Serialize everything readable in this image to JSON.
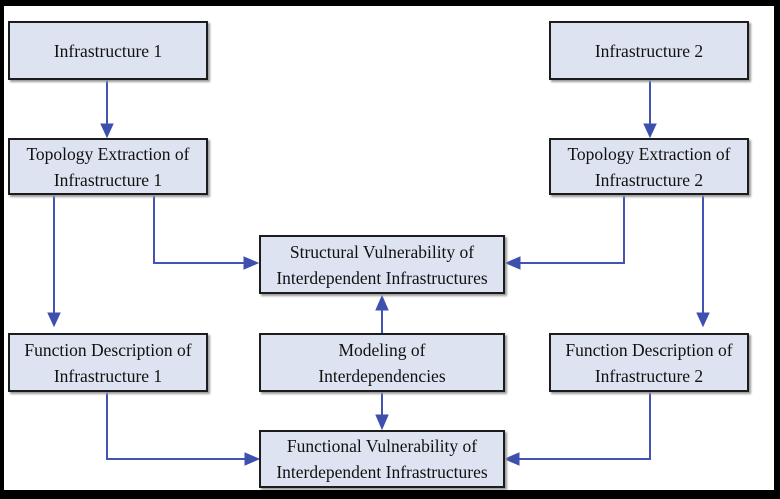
{
  "diagram": {
    "type": "flowchart",
    "boxes": {
      "infrastructure_1": "Infrastructure 1",
      "infrastructure_2": "Infrastructure 2",
      "topology_extraction_1": "Topology Extraction of\nInfrastructure 1",
      "topology_extraction_2": "Topology Extraction of\nInfrastructure 2",
      "structural_vulnerability": "Structural Vulnerability of\nInterdependent Infrastructures",
      "modeling": "Modeling of\nInterdependencies",
      "function_description_1": "Function Description of\nInfrastructure 1",
      "function_description_2": "Function Description of\nInfrastructure 2",
      "functional_vulnerability": "Functional Vulnerability of\nInterdependent Infrastructures"
    },
    "connections": [
      {
        "from": "infrastructure_1",
        "to": "topology_extraction_1"
      },
      {
        "from": "infrastructure_2",
        "to": "topology_extraction_2"
      },
      {
        "from": "topology_extraction_1",
        "to": "function_description_1"
      },
      {
        "from": "topology_extraction_1",
        "to": "structural_vulnerability"
      },
      {
        "from": "topology_extraction_2",
        "to": "structural_vulnerability"
      },
      {
        "from": "topology_extraction_2",
        "to": "function_description_2"
      },
      {
        "from": "modeling",
        "to": "structural_vulnerability"
      },
      {
        "from": "modeling",
        "to": "functional_vulnerability"
      },
      {
        "from": "function_description_1",
        "to": "functional_vulnerability"
      },
      {
        "from": "function_description_2",
        "to": "functional_vulnerability"
      }
    ],
    "colors": {
      "box_fill": "#dde3f0",
      "box_border": "#1c1c1c",
      "arrow": "#4353b4",
      "frame": "#000000",
      "background": "#ffffff",
      "text": "#111111"
    }
  }
}
